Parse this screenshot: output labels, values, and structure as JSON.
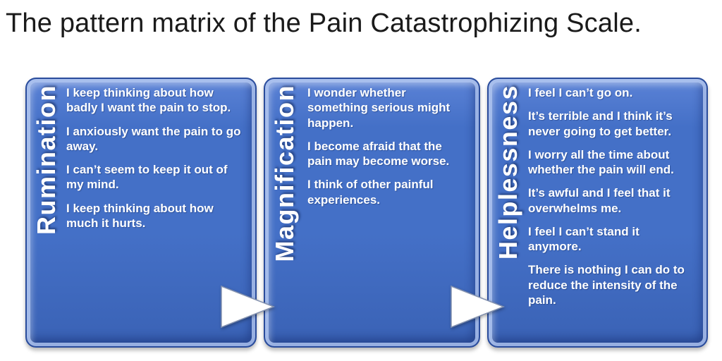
{
  "title": "The pattern matrix of the Pain Catastrophizing Scale.",
  "colors": {
    "background": "#ffffff",
    "title_text": "#1a1a1a",
    "panel_fill_top": "#5b82d6",
    "panel_fill_mid": "#4470c7",
    "panel_fill_bottom": "#3a62b5",
    "panel_border": "#2a4c9c",
    "panel_bevel": "#acc2ee",
    "panel_text": "#ffffff",
    "arrow_fill": "#ffffff",
    "arrow_outline": "#8593b0"
  },
  "panels": [
    {
      "label": "Rumination",
      "items": [
        "I keep thinking about how badly I want the pain to stop.",
        "I anxiously want the pain to go away.",
        "I can’t seem to keep it out of my mind.",
        "I keep thinking about how much it hurts."
      ]
    },
    {
      "label": "Magnification",
      "items": [
        "I wonder whether something serious might happen.",
        "I become afraid that the pain may become worse.",
        "I think of other painful experiences."
      ]
    },
    {
      "label": "Helplessness",
      "items": [
        "I feel I can’t go on.",
        "It’s terrible and I think it’s never going to get better.",
        "I worry all the time about whether the pain will end.",
        "It’s awful and I feel that it overwhelms me.",
        "I feel I can’t stand it anymore.",
        "There is nothing I can do to reduce the intensity of the pain."
      ]
    }
  ],
  "arrows": [
    {
      "name": "arrow-rumination-to-magnification"
    },
    {
      "name": "arrow-magnification-to-helplessness"
    }
  ]
}
